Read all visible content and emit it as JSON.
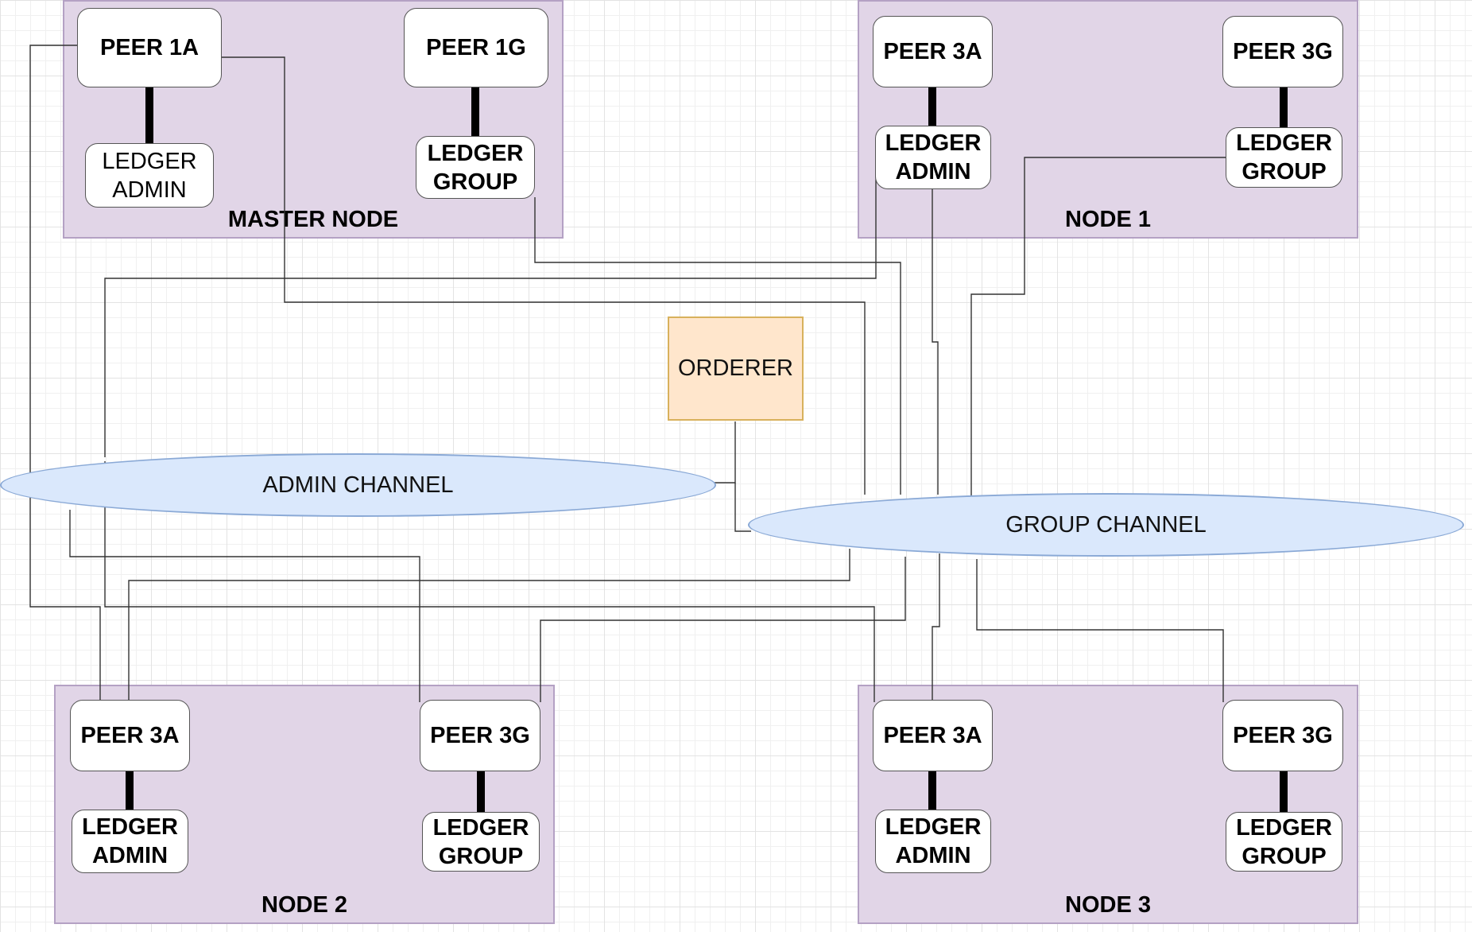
{
  "nodes": {
    "master": {
      "title": "MASTER NODE",
      "peer_a": "PEER 1A",
      "peer_g": "PEER 1G",
      "ledger_admin": "LEDGER\nADMIN",
      "ledger_group": "LEDGER\nGROUP"
    },
    "node1": {
      "title": "NODE 1",
      "peer_a": "PEER 3A",
      "peer_g": "PEER 3G",
      "ledger_admin": "LEDGER\nADMIN",
      "ledger_group": "LEDGER\nGROUP"
    },
    "node2": {
      "title": "NODE 2",
      "peer_a": "PEER 3A",
      "peer_g": "PEER 3G",
      "ledger_admin": "LEDGER\nADMIN",
      "ledger_group": "LEDGER\nGROUP"
    },
    "node3": {
      "title": "NODE 3",
      "peer_a": "PEER 3A",
      "peer_g": "PEER 3G",
      "ledger_admin": "LEDGER\nADMIN",
      "ledger_group": "LEDGER\nGROUP"
    }
  },
  "orderer": "ORDERER",
  "channels": {
    "admin": "ADMIN CHANNEL",
    "group": "GROUP CHANNEL"
  },
  "colors": {
    "node_fill": "#e1d5e7",
    "channel_fill": "#dae8fc",
    "orderer_fill": "#ffe6cc"
  }
}
